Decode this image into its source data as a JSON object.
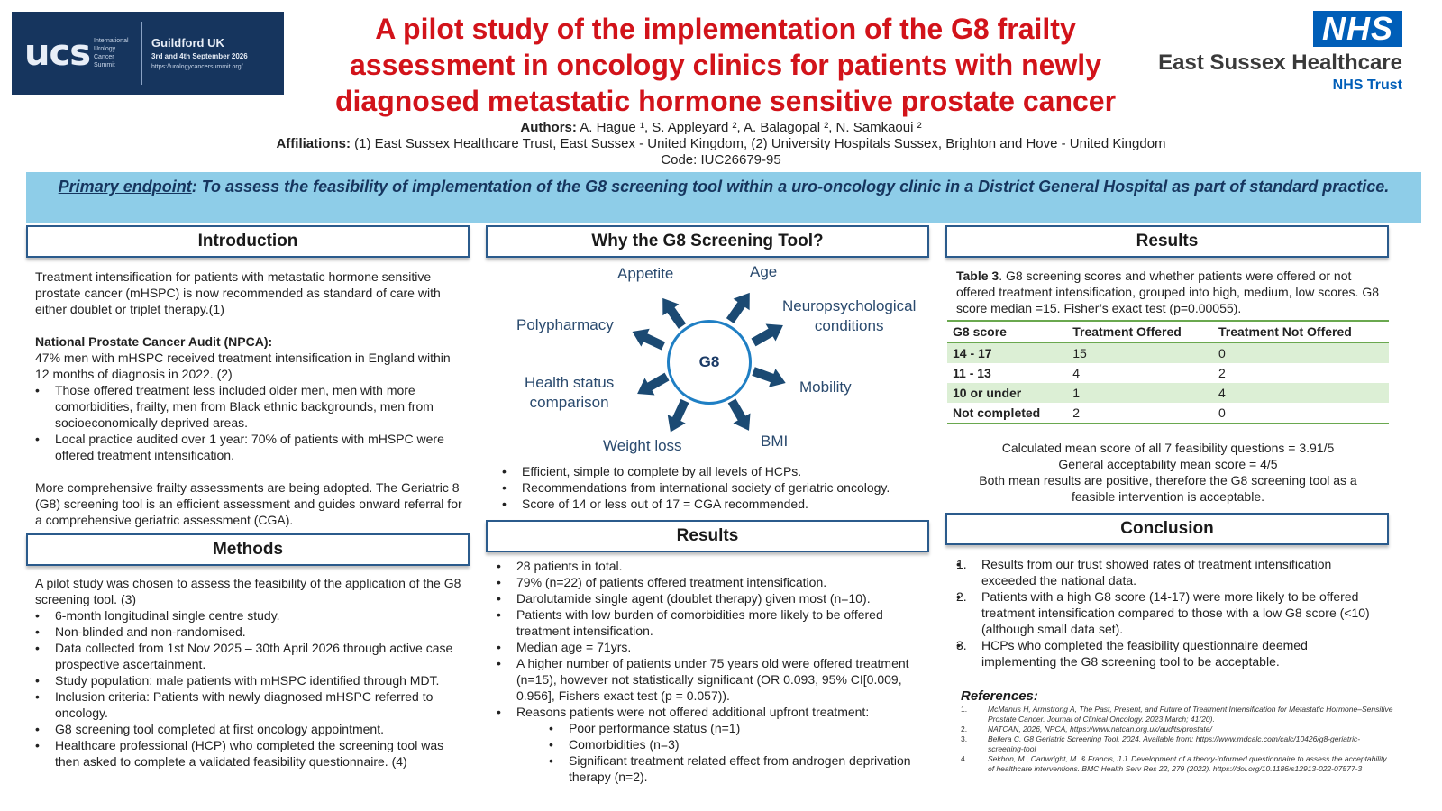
{
  "header": {
    "ucs_logo": {
      "letters": "ucs",
      "line1": "International",
      "line2": "Urology",
      "line3": "Cancer",
      "line4": "Summit",
      "city": "Guildford UK",
      "dates": "3rd and 4th September 2026",
      "url": "https://urologycancersummit.org/"
    },
    "title": "A pilot study of the implementation of the G8 frailty assessment in oncology clinics for patients with newly diagnosed metastatic hormone sensitive prostate cancer",
    "nhs_logo": "NHS",
    "nhs_org": "East Sussex Healthcare",
    "nhs_trust": "NHS Trust",
    "authors_label": "Authors:",
    "authors": "A. Hague ¹, S. Appleyard ², A. Balagopal ², N. Samkaoui ²",
    "affiliations_label": "Affiliations:",
    "affiliations": "(1) East Sussex Healthcare Trust, East Sussex - United Kingdom, (2) University Hospitals Sussex, Brighton and Hove - United Kingdom",
    "code": "Code: IUC26679-95"
  },
  "banner": {
    "label": "Primary endpoint",
    "text": ": To assess the feasibility of implementation of the G8 screening tool within a uro-oncology clinic in a District General Hospital as part of standard practice."
  },
  "introduction": {
    "heading": "Introduction",
    "p1": "Treatment intensification for patients with metastatic hormone sensitive prostate cancer (mHSPC) is now recommended as standard of care with either doublet or triplet therapy.(1)",
    "npca_title": "National Prostate Cancer Audit (NPCA):",
    "npca_text": "47% men with mHSPC received treatment intensification in England within 12 months of diagnosis in 2022. (2)",
    "bullets": [
      "Those offered treatment less included older men, men with more comorbidities, frailty, men from Black ethnic backgrounds, men from socioeconomically deprived areas.",
      "Local practice audited over 1 year: 70% of patients with mHSPC were offered treatment intensification."
    ],
    "p2": "More comprehensive frailty assessments are being adopted. The Geriatric 8 (G8) screening tool is an efficient assessment and guides onward referral for a comprehensive geriatric assessment (CGA)."
  },
  "methods": {
    "heading": "Methods",
    "p1": "A pilot study was chosen to assess the feasibility of the application of the G8 screening tool. (3)",
    "bullets": [
      "6-month longitudinal single centre study.",
      "Non-blinded and non-randomised.",
      "Data collected from 1st Nov 2025 – 30th April 2026 through active case prospective ascertainment.",
      "Study population: male patients with mHSPC identified through MDT.",
      "Inclusion criteria: Patients with newly diagnosed mHSPC referred to oncology.",
      "G8 screening tool completed at first oncology appointment.",
      "Healthcare professional (HCP) who completed the screening tool was then asked to complete a validated feasibility questionnaire. (4)"
    ]
  },
  "why_g8": {
    "heading": "Why the G8 Screening Tool?",
    "center": "G8",
    "labels": {
      "appetite": "Appetite",
      "age": "Age",
      "neuro1": "Neuropsychological",
      "neuro2": "conditions",
      "polypharmacy": "Polypharmacy",
      "mobility": "Mobility",
      "health1": "Health status",
      "health2": "comparison",
      "weight": "Weight loss",
      "bmi": "BMI"
    },
    "bullets": [
      "Efficient, simple to complete by all levels of HCPs.",
      "Recommendations from international society of geriatric oncology.",
      "Score of 14 or less out of 17 = CGA recommended."
    ]
  },
  "results_mid": {
    "heading": "Results",
    "bullets": [
      "28 patients in total.",
      "79% (n=22) of patients offered treatment intensification.",
      "Darolutamide single agent (doublet therapy) given most (n=10).",
      "Patients with low burden of comorbidities more likely to be offered treatment intensification.",
      "Median age = 71yrs.",
      "A higher number of patients under 75 years old were offered treatment (n=15), however not statistically significant (OR 0.093, 95% CI[0.009, 0.956], Fishers exact test (p = 0.057)).",
      "Reasons patients were not offered additional upfront treatment:"
    ],
    "sub_bullets": [
      "Poor performance status (n=1)",
      "Comorbidities (n=3)",
      "Significant treatment related effect from androgen deprivation therapy (n=2)."
    ]
  },
  "results_right": {
    "heading": "Results",
    "caption_label": "Table 3",
    "caption": ". G8 screening scores and whether patients were offered or not offered treatment intensification, grouped into high, medium, low scores. G8 score median =15. Fisher’s exact test (p=0.00055).",
    "table": {
      "headers": [
        "G8 score",
        "Treatment Offered",
        "Treatment Not Offered"
      ],
      "rows": [
        [
          "14 - 17",
          "15",
          "0"
        ],
        [
          "11 - 13",
          "4",
          "2"
        ],
        [
          "10 or under",
          "1",
          "4"
        ],
        [
          "Not completed",
          "2",
          "0"
        ]
      ]
    },
    "summary": [
      "Calculated mean score of all 7 feasibility questions = 3.91/5",
      "General acceptability mean score = 4/5",
      "Both mean results are positive, therefore the G8 screening tool as a feasible intervention is acceptable."
    ]
  },
  "conclusion": {
    "heading": "Conclusion",
    "items": [
      {
        "num": "1.",
        "text": "Results from our trust showed rates of treatment intensification exceeded the national data."
      },
      {
        "num": "2.",
        "text": "Patients with a high G8 score (14-17) were more likely to be offered treatment intensification compared to those with a low G8 score (<10) (although small data set)."
      },
      {
        "num": "3.",
        "text": "HCPs who completed the feasibility questionnaire deemed implementing the G8 screening tool to be acceptable."
      }
    ]
  },
  "references": {
    "title": "References",
    "items": [
      {
        "num": "1.",
        "text": "McManus H, Armstrong A, The Past, Present, and Future of Treatment Intensification for Metastatic Hormone–Sensitive Prostate Cancer. Journal of Clinical Oncology. 2023 March; 41(20)."
      },
      {
        "num": "2.",
        "text": "NATCAN, 2026, NPCA, https://www.natcan.org.uk/audits/prostate/"
      },
      {
        "num": "3.",
        "text": "Bellera C. G8 Geriatric Screening Tool. 2024. Available from: https://www.mdcalc.com/calc/10426/g8-geriatric-screening-tool"
      },
      {
        "num": "4.",
        "text": "Sekhon, M., Cartwright, M. & Francis, J.J. Development of a theory-informed questionnaire to assess the acceptability of healthcare interventions. BMC Health Serv Res 22, 279 (2022). https://doi.org/10.1186/s12913-022-07577-3"
      }
    ]
  },
  "colors": {
    "title_red": "#d2131a",
    "nhs_blue": "#005eb8",
    "banner_blue": "#8ecde8",
    "header_border": "#2b5b8c",
    "table_green": "#6aa84f",
    "arrow_navy": "#1b4a73"
  }
}
